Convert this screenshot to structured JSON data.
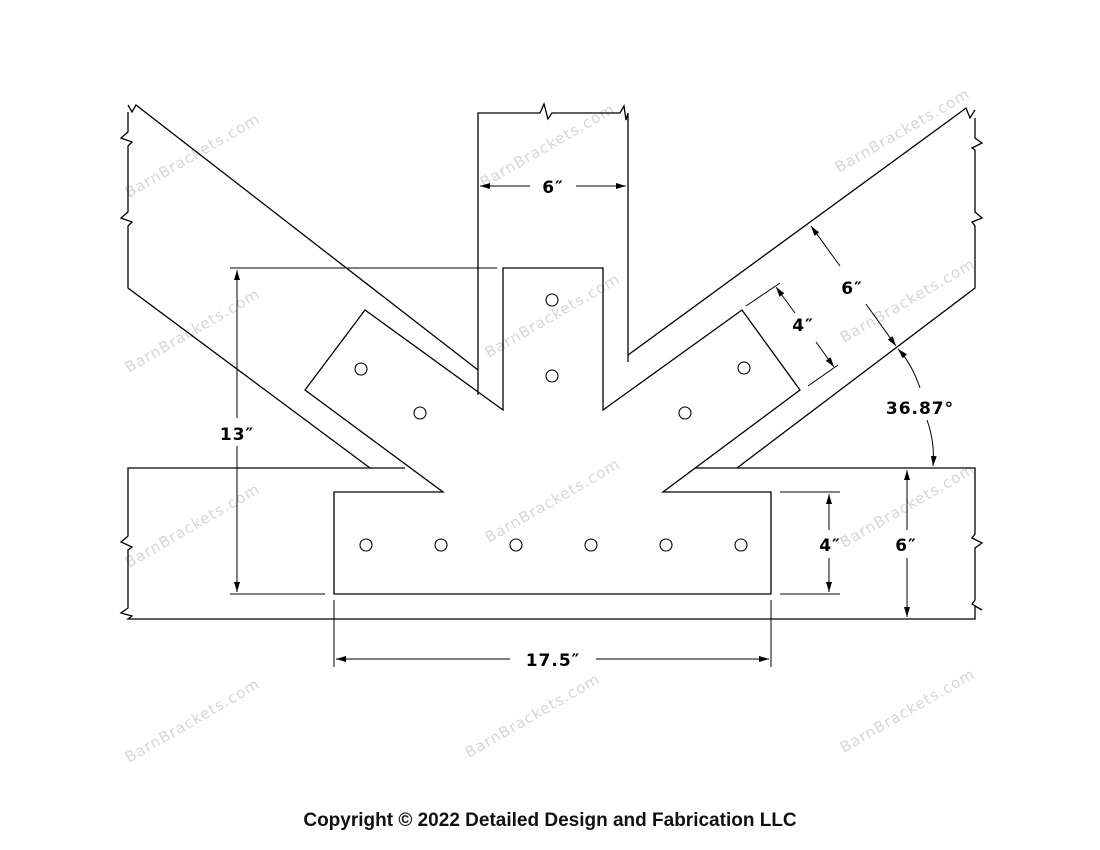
{
  "watermark": "BarnBrackets.com",
  "dimensions": {
    "post_width": "6″",
    "bracket_height": "13″",
    "bottom_leg_length": "17.5″",
    "bottom_leg_width": "4″",
    "beam_depth": "6″",
    "rafter_depth": "6″",
    "rafter_leg_width": "4″",
    "rafter_angle": "36.87°"
  },
  "copyright": "Copyright © 2022 Detailed Design and Fabrication LLC"
}
